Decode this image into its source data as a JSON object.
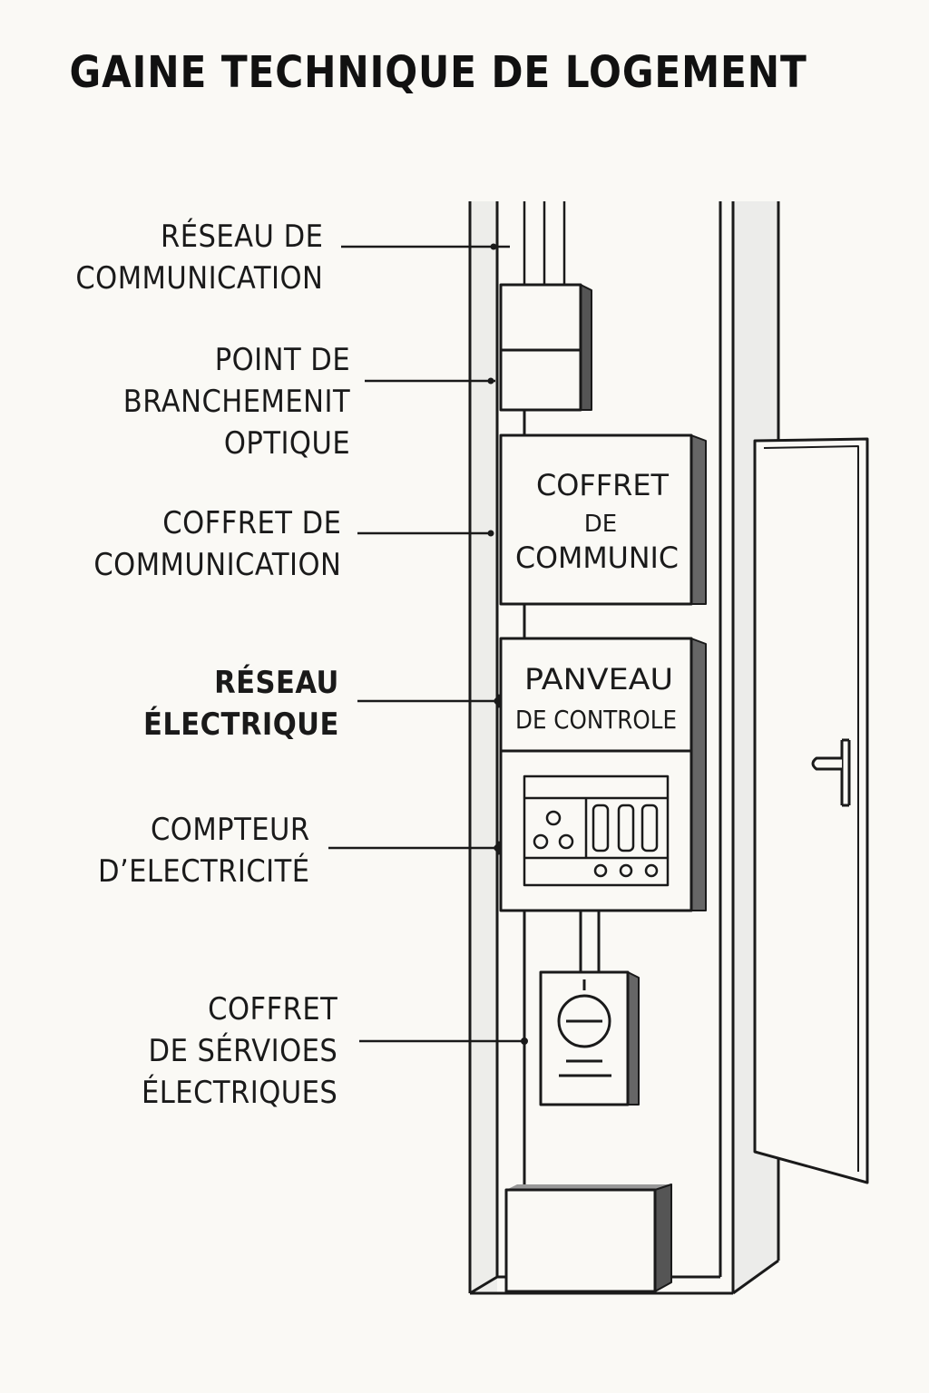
{
  "title": "GAINE TECHNIQUE DE LOGEMENT",
  "labels": [
    {
      "id": "reseau-communication",
      "lines": [
        "RÉSEAU DE",
        "COMMUNICATION"
      ]
    },
    {
      "id": "point-branchement",
      "lines": [
        "POINT DE",
        "BRANCHEMENIT",
        "OPTIQUE"
      ]
    },
    {
      "id": "coffret-communication",
      "lines": [
        "COFFRET DE",
        "COMMUNICATION"
      ]
    },
    {
      "id": "reseau-electrique",
      "lines": [
        "RÉSEAU",
        "ÉLECTRIQUE"
      ]
    },
    {
      "id": "compteur",
      "lines": [
        "COMPTEUR",
        "D’ELECTRICITÉ"
      ]
    },
    {
      "id": "coffret-services",
      "lines": [
        "COFFRET",
        "DE SÉRVIOES",
        "ÉLECTRIQUES"
      ]
    }
  ],
  "boxes": {
    "coffret_communic": [
      "COFFRET",
      "DE",
      "COMMUNIC"
    ],
    "panneau": [
      "PANVEAU",
      "DE CONTROLE"
    ]
  }
}
